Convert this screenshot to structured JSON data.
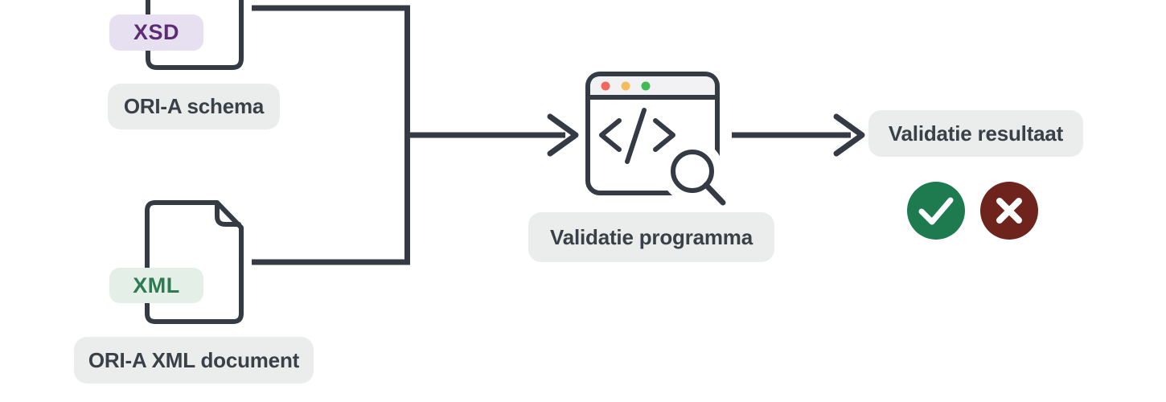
{
  "theme": {
    "canvas_bg": "#ffffff",
    "stroke": "#353b44",
    "label_bg": "#ebedec",
    "label_text": "#3a4048",
    "xsd_badge_bg": "#e7e0f0",
    "xsd_badge_text": "#5c2d73",
    "xml_badge_bg": "#e4efe8",
    "xml_badge_text": "#2f7a52",
    "window_bar_bg": "#f2f2f4",
    "dot_red": "#f2675c",
    "dot_yellow": "#f6bb5c",
    "dot_green": "#3fbb55",
    "success_bg": "#1e7b4f",
    "error_bg": "#6e231d",
    "mark_color": "#ffffff"
  },
  "nodes": {
    "schema": {
      "badge": "XSD",
      "label": "ORI-A schema"
    },
    "xml_document": {
      "badge": "XML",
      "label": "ORI-A XML document"
    },
    "program": {
      "label": "Validatie programma"
    },
    "result": {
      "label": "Validatie resultaat",
      "success_symbol": "✓",
      "error_symbol": "✕"
    }
  }
}
